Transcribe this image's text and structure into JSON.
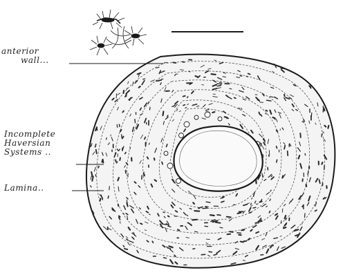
{
  "labels": {
    "anterior_wall": [
      "anterior",
      "wall..."
    ],
    "incomplete_haversian_systems": [
      "Incomplete",
      "Haversian",
      "Systems .."
    ],
    "lamina": "Lamina.."
  },
  "colors": {
    "ink": "#1a1a1a",
    "paper": "#ffffff",
    "stipple": "#2a2a2a",
    "lumen": "#fafafa"
  }
}
